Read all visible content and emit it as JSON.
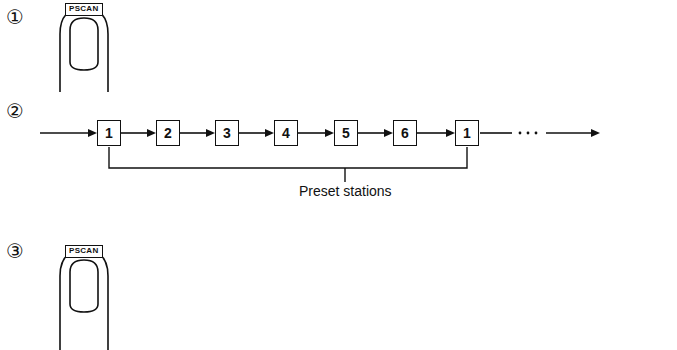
{
  "diagram": {
    "nodes": [
      {
        "text": [
          "1"
        ]
      },
      {
        "text": [
          "2"
        ]
      },
      {
        "text": [
          "3"
        ]
      },
      {
        "text": [
          "4"
        ]
      },
      {
        "text": [
          "5"
        ]
      },
      {
        "text": [
          "6"
        ]
      },
      {
        "text": [
          "1"
        ]
      }
    ],
    "edges": [
      {
        "from": 0,
        "to": 1,
        "arrow": "to"
      },
      {
        "from": 1,
        "to": 2,
        "arrow": "to"
      },
      {
        "from": 2,
        "to": 3,
        "arrow": "to"
      },
      {
        "from": 3,
        "to": 4,
        "arrow": "to"
      },
      {
        "from": 4,
        "to": 5,
        "arrow": "to"
      },
      {
        "from": 5,
        "to": 6,
        "arrow": "to"
      }
    ],
    "labels": [
      "①",
      "PSCAN",
      "②",
      "Preset stations",
      "③",
      "PSCAN"
    ]
  }
}
